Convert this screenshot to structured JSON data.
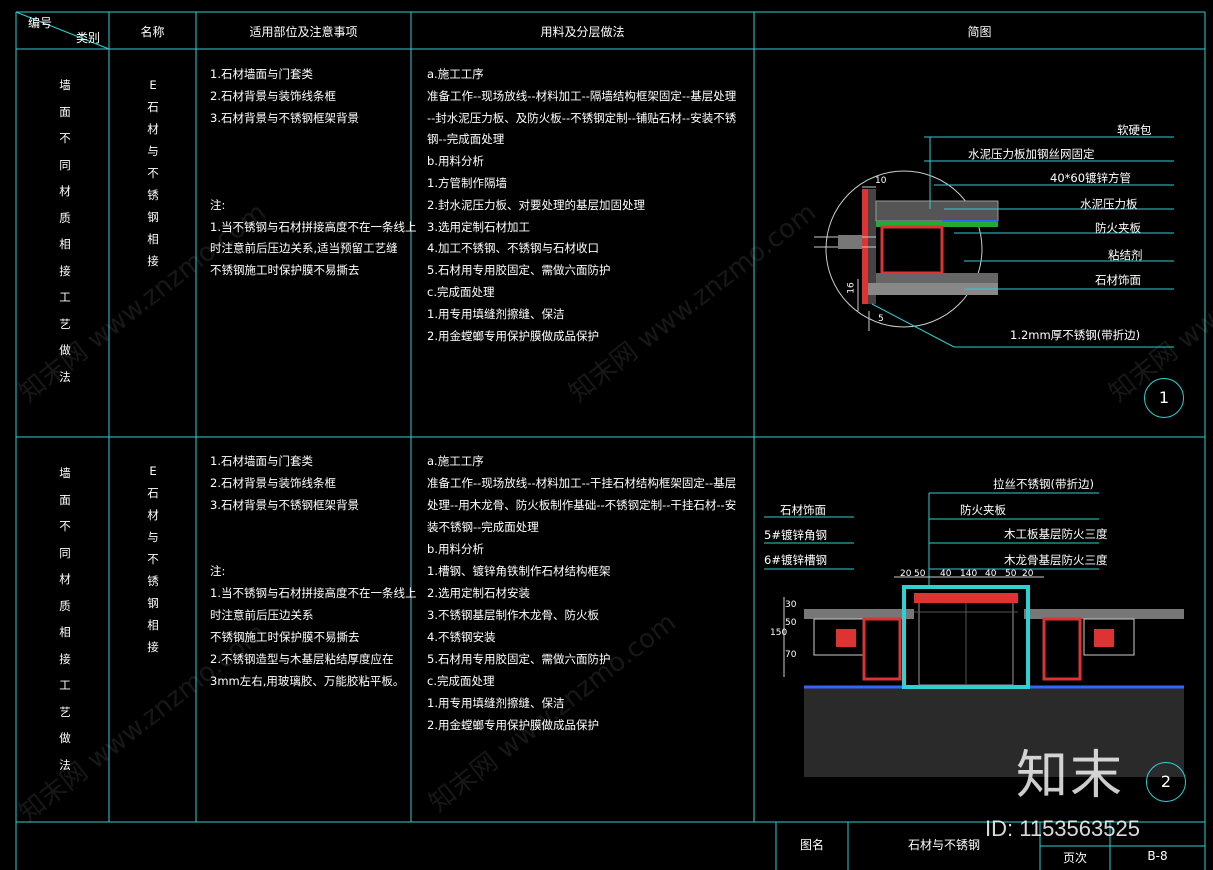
{
  "header": {
    "number": "编号",
    "category": "类别",
    "name": "名称",
    "scope": "适用部位及注意事项",
    "method": "用料及分层做法",
    "diagram": "简图"
  },
  "rows": [
    {
      "category_vertical": "墙面不同材质相接工艺做法",
      "name_vertical": "E石材与不锈钢相接",
      "scope_lines": [
        "1.石材墙面与门套类",
        "2.石材背景与装饰线条框",
        "3.石材背景与不锈钢框架背景",
        "",
        "",
        "",
        "注:",
        "1.当不锈钢与石材拼接高度不在一条线上",
        "时注意前后压边关系,适当预留工艺缝",
        "不锈钢施工时保护膜不易撕去"
      ],
      "method_lines": [
        "a.施工工序",
        "准备工作--现场放线--材料加工--隔墙结构框架固定--基层处理",
        "--封水泥压力板、及防火板--不锈钢定制--铺贴石材--安装不锈",
        "钢--完成面处理",
        "b.用料分析",
        "1.方管制作隔墙",
        "2.封水泥压力板、对要处理的基层加固处理",
        "3.选用定制石材加工",
        "4.加工不锈钢、不锈钢与石材收口",
        "5.石材用专用胶固定、需做六面防护",
        "c.完成面处理",
        "1.用专用填缝剂擦缝、保洁",
        "2.用金螳螂专用保护膜做成品保护"
      ],
      "diagram_labels": [
        "软硬包",
        "水泥压力板加钢丝网固定",
        "40*60镀锌方管",
        "水泥压力板",
        "防火夹板",
        "粘结剂",
        "石材饰面",
        "1.2mm厚不锈钢(带折边)"
      ],
      "dims": [
        "10",
        "16",
        "5"
      ],
      "circle": "1"
    },
    {
      "category_vertical": "墙面不同材质相接工艺做法",
      "name_vertical": "E石材与不锈钢相接",
      "scope_lines": [
        "1.石材墙面与门套类",
        "2.石材背景与装饰线条框",
        "3.石材背景与不锈钢框架背景",
        "",
        "",
        "注:",
        "1.当不锈钢与石材拼接高度不在一条线上",
        "时注意前后压边关系",
        "不锈钢施工时保护膜不易撕去",
        "2.不锈钢造型与木基层粘结厚度应在",
        "3mm左右,用玻璃胶、万能胶粘平板。"
      ],
      "method_lines": [
        "a.施工工序",
        "准备工作--现场放线--材料加工--干挂石材结构框架固定--基层",
        "处理--用木龙骨、防火板制作基础--不锈钢定制--干挂石材--安",
        "装不锈钢--完成面处理",
        "b.用料分析",
        "1.槽钢、镀锌角铁制作石材结构框架",
        "2.选用定制石材安装",
        "3.不锈钢基层制作木龙骨、防火板",
        "4.不锈钢安装",
        "5.石材用专用胶固定、需做六面防护",
        "c.完成面处理",
        "1.用专用填缝剂擦缝、保洁",
        "2.用金螳螂专用保护膜做成品保护"
      ],
      "diagram_labels": [
        "拉丝不锈钢(带折边)",
        "石材饰面",
        "防火夹板",
        "5#镀锌角钢",
        "木工板基层防火三度",
        "6#镀锌槽钢",
        "木龙骨基层防火三度"
      ],
      "dims": [
        "20",
        "50",
        "40",
        "140",
        "40",
        "50",
        "20",
        "30",
        "50",
        "150",
        "70"
      ],
      "circle": "2"
    }
  ],
  "footer": {
    "figure_name_label": "图名",
    "figure_name": "石材与不锈钢",
    "page_label": "页次",
    "page": "B-8",
    "id_text": "ID: 1153563525",
    "logo_text": "知末"
  },
  "watermarks": [
    "知末网 www.znzmo.com",
    "知末网 www.znzmo.com",
    "知末网 www.znzmo.com",
    "知末网 www.znzmo.com",
    "知末网 www.znzmo.com"
  ]
}
